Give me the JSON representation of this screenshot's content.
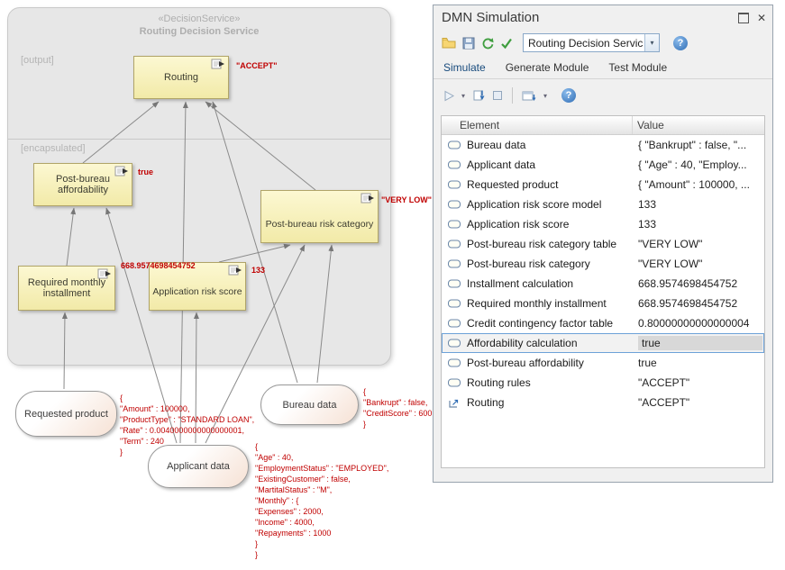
{
  "icons": {
    "help": "?",
    "close": "✕",
    "caret": "▾"
  },
  "diagram": {
    "container": {
      "stereotype": "«DecisionService»",
      "title": "Routing Decision Service",
      "output_label": "[output]",
      "encapsulated_label": "[encapsulated]"
    },
    "nodes": {
      "routing": {
        "label": "Routing",
        "result": "\"ACCEPT\""
      },
      "post_bureau_affordability": {
        "label": "Post-bureau affordability",
        "result": "true"
      },
      "post_bureau_risk_category": {
        "label": "Post-bureau risk category",
        "result": "\"VERY LOW\""
      },
      "required_monthly_installment": {
        "label": "Required monthly installment",
        "result": "668.9574698454752"
      },
      "application_risk_score": {
        "label": "Application risk score",
        "result": "133"
      }
    },
    "inputs": {
      "requested_product": {
        "label": "Requested product",
        "annotation": "{\n\"Amount\" : 100000,\n\"ProductType\" : \"STANDARD LOAN\",\n\"Rate\" : 0.0040000000000000001,\n\"Term\" : 240\n}"
      },
      "applicant_data": {
        "label": "Applicant data",
        "annotation": "{\n\"Age\" : 40,\n\"EmploymentStatus\" : \"EMPLOYED\",\n\"ExistingCustomer\" : false,\n\"MartitalStatus\" : \"M\",\n\"Monthly\" : {\n\"Expenses\" : 2000,\n\"Income\" : 4000,\n\"Repayments\" : 1000\n}\n}"
      },
      "bureau_data": {
        "label": "Bureau data",
        "annotation": "{\n\"Bankrupt\" : false,\n\"CreditScore\" : 600\n}"
      }
    },
    "annotation_color": "#c00000"
  },
  "simulation_window": {
    "title": "DMN Simulation",
    "toolbar": {
      "combo_value": "Routing Decision Servic"
    },
    "tabs": [
      {
        "label": "Simulate",
        "selected": true
      },
      {
        "label": "Generate Module",
        "selected": false
      },
      {
        "label": "Test Module",
        "selected": false
      }
    ],
    "table": {
      "columns": [
        "Element",
        "Value"
      ],
      "selected_index": 10,
      "rows": [
        {
          "element": "Bureau data",
          "value": "{    \"Bankrupt\" : false,    \"...",
          "icon": "decision"
        },
        {
          "element": "Applicant data",
          "value": "{    \"Age\" : 40,    \"Employ...",
          "icon": "decision"
        },
        {
          "element": "Requested product",
          "value": "{    \"Amount\" : 100000,   ...",
          "icon": "decision"
        },
        {
          "element": "Application risk score model",
          "value": "133",
          "icon": "decision"
        },
        {
          "element": "Application risk score",
          "value": "133",
          "icon": "decision"
        },
        {
          "element": "Post-bureau risk category table",
          "value": "\"VERY LOW\"",
          "icon": "decision"
        },
        {
          "element": "Post-bureau risk category",
          "value": "\"VERY LOW\"",
          "icon": "decision"
        },
        {
          "element": "Installment calculation",
          "value": "668.9574698454752",
          "icon": "decision"
        },
        {
          "element": "Required monthly installment",
          "value": "668.9574698454752",
          "icon": "decision"
        },
        {
          "element": "Credit contingency factor table",
          "value": "0.80000000000000004",
          "icon": "decision"
        },
        {
          "element": "Affordability calculation",
          "value": "true",
          "icon": "decision"
        },
        {
          "element": "Post-bureau affordability",
          "value": "true",
          "icon": "decision"
        },
        {
          "element": "Routing rules",
          "value": "\"ACCEPT\"",
          "icon": "decision"
        },
        {
          "element": "Routing",
          "value": "\"ACCEPT\"",
          "icon": "output"
        }
      ]
    }
  }
}
